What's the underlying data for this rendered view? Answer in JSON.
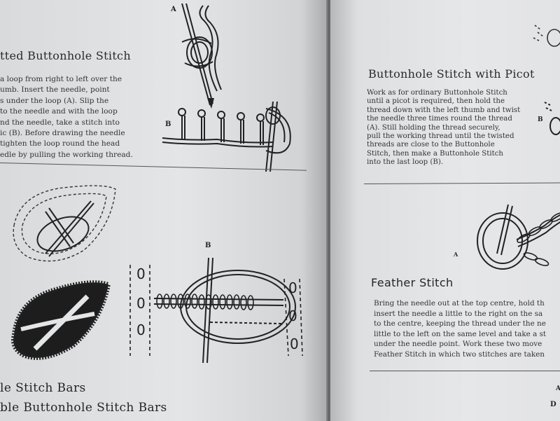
{
  "left_page": {
    "heading": "tted Buttonhole Stitch",
    "paragraph": [
      "a loop from right to left over the",
      "umb.  Insert  the  needle,  point",
      "s  under  the  loop  (A).   Slip  the",
      "to  the needle and  with  the loop",
      "nd  the  needle,  take  a  stitch  into",
      "ic (B).  Before drawing the needle",
      "tighten the loop round the head",
      "edle by pulling the working thread."
    ],
    "label_a": "A",
    "label_b": "B",
    "label_b2": "B",
    "bottom_heading_1": "le Stitch Bars",
    "bottom_heading_2": "ble Buttonhole Stitch Bars"
  },
  "right_page": {
    "heading_1": "Buttonhole Stitch with Picot",
    "paragraph_1": [
      "Work as for ordinary Buttonhole Stitch",
      "until a picot is required, then hold the",
      "thread down with the left thumb and twist",
      "the needle three times round the thread",
      "(A).  Still holding the thread securely,",
      "pull the working thread until the twisted",
      "threads  are  close  to  the  Buttonhole",
      "Stitch, then make a Buttonhole Stitch",
      "into the last loop (B)."
    ],
    "label_a": "A",
    "label_b": "B",
    "heading_2": "Feather Stitch",
    "paragraph_2": [
      "Bring the needle out at the top centre, hold th",
      "insert the needle a little to the right on the sa",
      "to the centre, keeping the thread under the ne",
      "little to the left on the same level and take a st",
      "under the needle point.  Work these two move",
      "Feather Stitch in which two stitches are taken"
    ],
    "corner_mark_1": "A",
    "corner_mark_2": "D"
  }
}
